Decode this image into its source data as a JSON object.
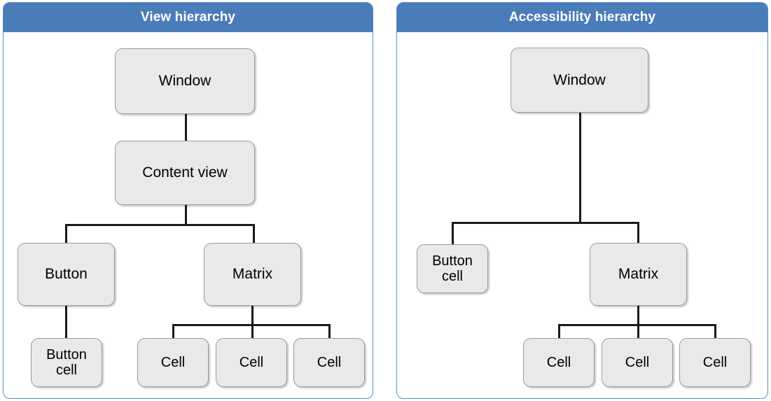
{
  "diagram": {
    "type": "tree-comparison",
    "panels": [
      {
        "id": "view-hierarchy",
        "title": "View hierarchy",
        "nodes": [
          {
            "id": "window",
            "label": "Window"
          },
          {
            "id": "content-view",
            "label": "Content view"
          },
          {
            "id": "button",
            "label": "Button"
          },
          {
            "id": "matrix",
            "label": "Matrix"
          },
          {
            "id": "button-cell",
            "label": "Button\ncell"
          },
          {
            "id": "cell-1",
            "label": "Cell"
          },
          {
            "id": "cell-2",
            "label": "Cell"
          },
          {
            "id": "cell-3",
            "label": "Cell"
          }
        ],
        "edges": [
          {
            "from": "window",
            "to": "content-view"
          },
          {
            "from": "content-view",
            "to": "button"
          },
          {
            "from": "content-view",
            "to": "matrix"
          },
          {
            "from": "button",
            "to": "button-cell"
          },
          {
            "from": "matrix",
            "to": "cell-1"
          },
          {
            "from": "matrix",
            "to": "cell-2"
          },
          {
            "from": "matrix",
            "to": "cell-3"
          }
        ]
      },
      {
        "id": "accessibility-hierarchy",
        "title": "Accessibility hierarchy",
        "nodes": [
          {
            "id": "window",
            "label": "Window"
          },
          {
            "id": "button-cell",
            "label": "Button\ncell"
          },
          {
            "id": "matrix",
            "label": "Matrix"
          },
          {
            "id": "cell-1",
            "label": "Cell"
          },
          {
            "id": "cell-2",
            "label": "Cell"
          },
          {
            "id": "cell-3",
            "label": "Cell"
          }
        ],
        "edges": [
          {
            "from": "window",
            "to": "button-cell"
          },
          {
            "from": "window",
            "to": "matrix"
          },
          {
            "from": "matrix",
            "to": "cell-1"
          },
          {
            "from": "matrix",
            "to": "cell-2"
          },
          {
            "from": "matrix",
            "to": "cell-3"
          }
        ]
      }
    ]
  },
  "colors": {
    "header_blue": "#4a7cba",
    "panel_border_blue": "#5b8ac6",
    "node_fill": "#e9e9e9",
    "node_border": "#9a9a9a",
    "edge_black": "#1a1a1a",
    "header_text": "#ffffff",
    "node_text": "#000000",
    "canvas": "#ffffff"
  }
}
